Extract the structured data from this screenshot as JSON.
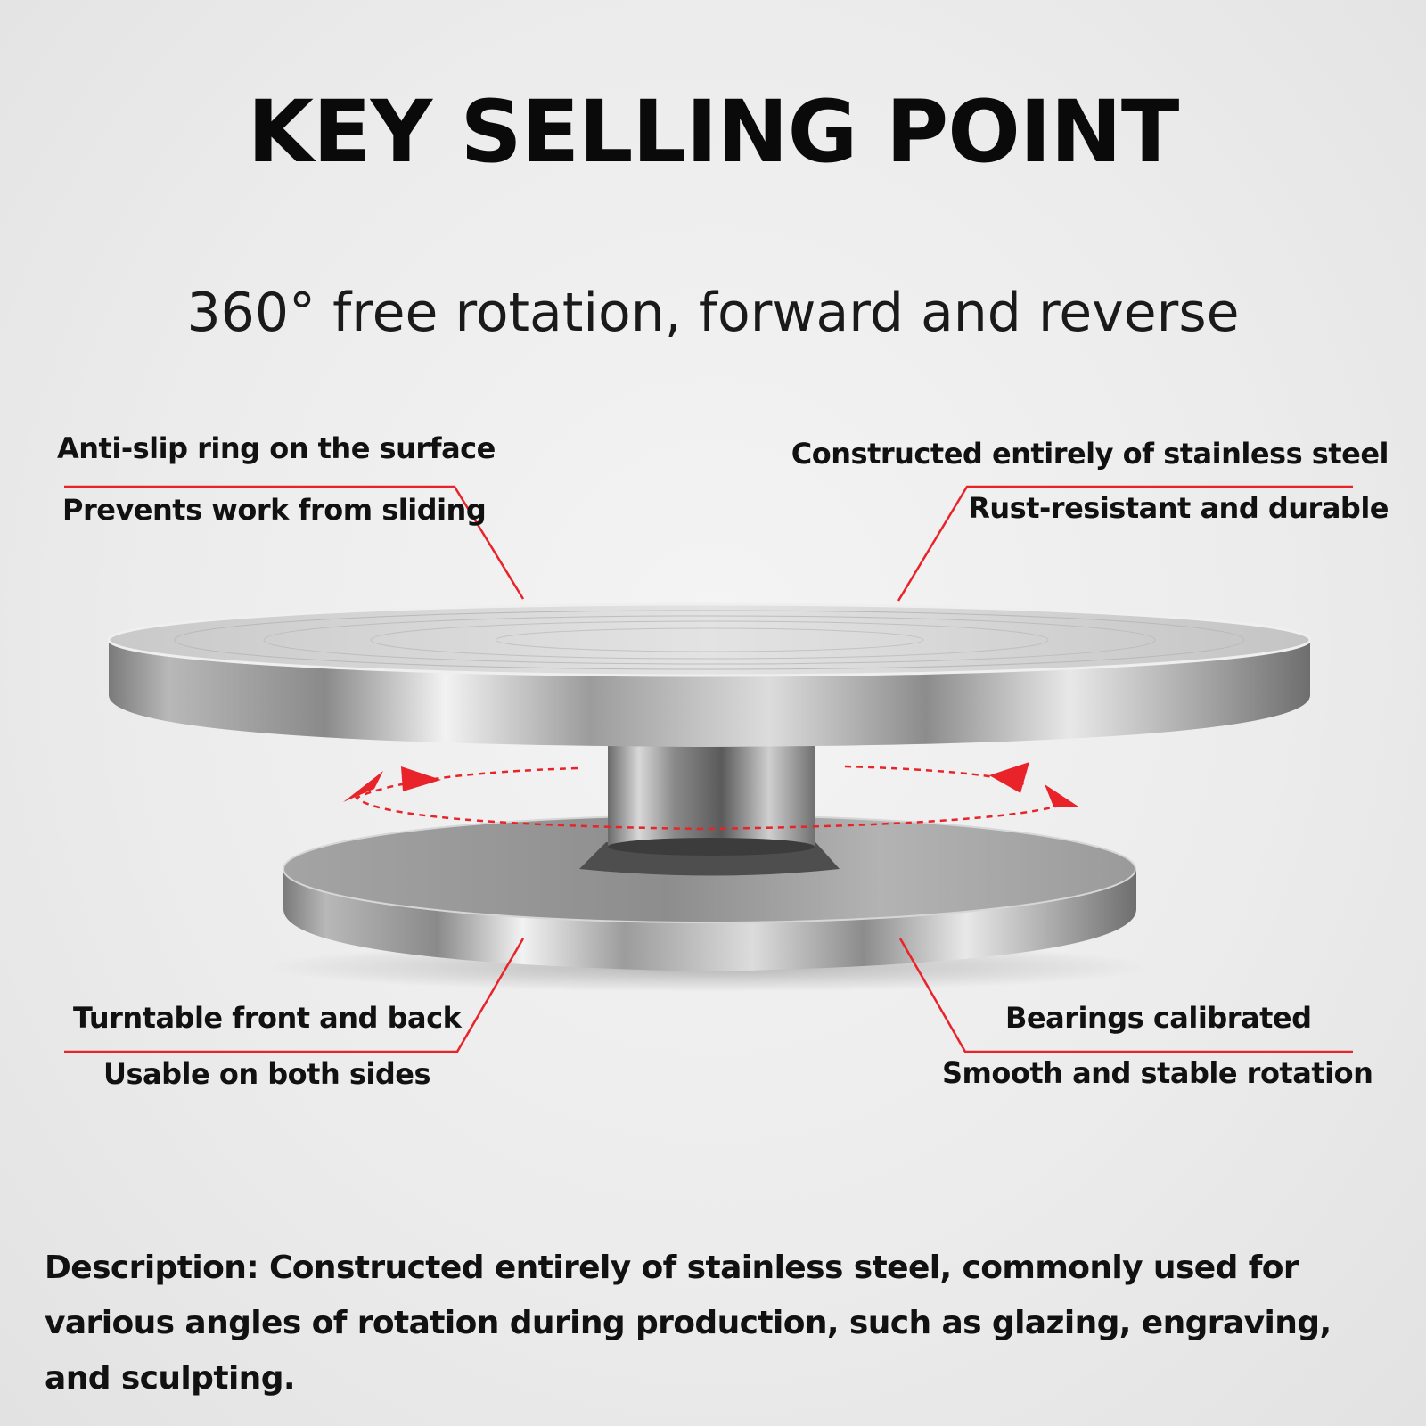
{
  "title": "KEY SELLING POINT",
  "subtitle": "360° free rotation, forward and reverse",
  "callouts": {
    "top_left": {
      "line1": "Anti-slip ring on the surface",
      "line2": "Prevents work from sliding"
    },
    "top_right": {
      "line1": "Constructed entirely of stainless steel",
      "line2": "Rust-resistant and durable"
    },
    "bottom_left": {
      "line1": "Turntable front and back",
      "line2": "Usable on both sides"
    },
    "bottom_right": {
      "line1": "Bearings calibrated",
      "line2": "Smooth and stable rotation"
    }
  },
  "description": "Description: Constructed entirely of stainless steel, commonly used for various angles of rotation during production, such as glazing, engraving, and sculpting.",
  "colors": {
    "accent": "#e8232a",
    "text": "#111111",
    "background": "#ececec"
  },
  "icons": [
    "rotation-arrow-icon"
  ]
}
